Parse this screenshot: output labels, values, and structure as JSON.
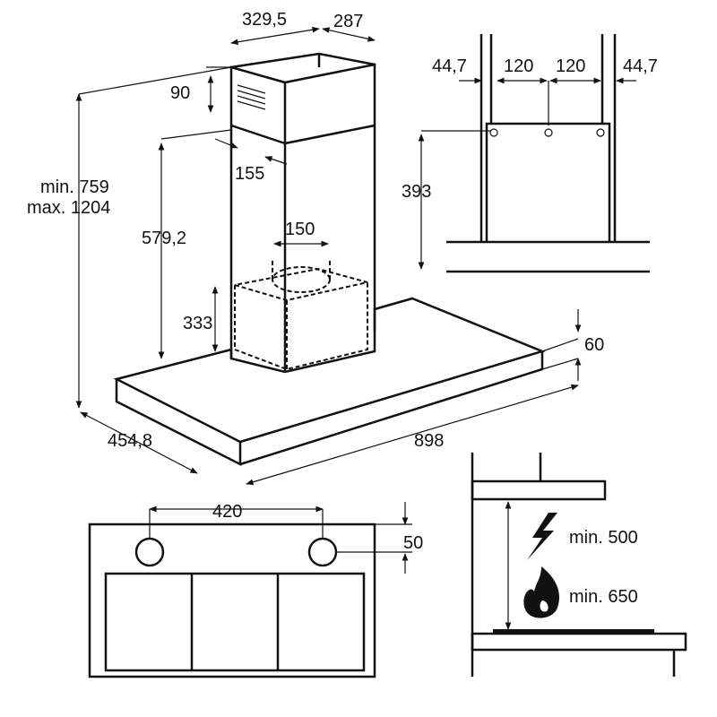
{
  "title": "Cooker hood installation dimensions",
  "dimensions": {
    "chimney_width": "329,5",
    "chimney_depth": "287",
    "vent_height": "90",
    "vent_offset": "155",
    "total_height_min": "min. 759",
    "total_height_max": "max. 1204",
    "bracket_height": "579,2",
    "duct_diameter": "150",
    "motor_height": "333",
    "canopy_thickness": "60",
    "canopy_depth": "454,8",
    "canopy_width": "898",
    "bracket_edge_left": "44,7",
    "bracket_spacing_1": "120",
    "bracket_spacing_2": "120",
    "bracket_edge_right": "44,7",
    "bracket_vertical": "393",
    "light_spacing": "420",
    "light_offset": "50",
    "min_distance_electric": "min. 500",
    "min_distance_gas": "min. 650"
  },
  "icons": {
    "electric": "lightning-icon",
    "gas": "flame-icon"
  }
}
